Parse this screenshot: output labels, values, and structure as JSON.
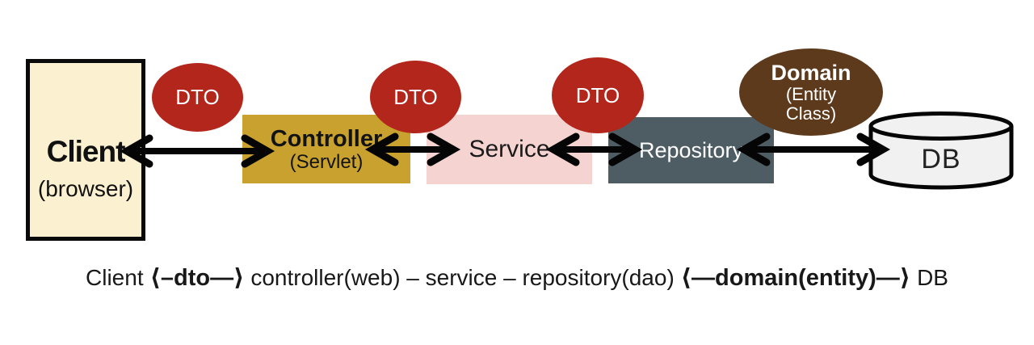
{
  "diagram": {
    "client": {
      "title": "Client",
      "subtitle": "(browser)"
    },
    "controller": {
      "title": "Controller",
      "subtitle": "(Servlet)"
    },
    "service": {
      "title": "Service"
    },
    "repository": {
      "title": "Repository"
    },
    "db": {
      "title": "DB"
    },
    "dto1": {
      "label": "DTO"
    },
    "dto2": {
      "label": "DTO"
    },
    "dto3": {
      "label": "DTO"
    },
    "domain": {
      "title": "Domain",
      "subtitle_line1": "(Entity",
      "subtitle_line2": "Class)"
    }
  },
  "caption": {
    "client": "Client",
    "dto_link": "⟨–dto—⟩",
    "middle": "controller(web) – service – repository(dao)",
    "domain_link": "⟨—domain(entity)—⟩",
    "db": "DB"
  },
  "colors": {
    "client_fill": "#FBF0D0",
    "dto_red": "#B2261B",
    "controller_gold": "#C9A12E",
    "service_pink": "#F5D3D1",
    "repository_slate": "#4E5D64",
    "domain_brown": "#5E3A1D",
    "db_fill": "#F1F1F1",
    "outline_black": "#0A0A0A"
  }
}
